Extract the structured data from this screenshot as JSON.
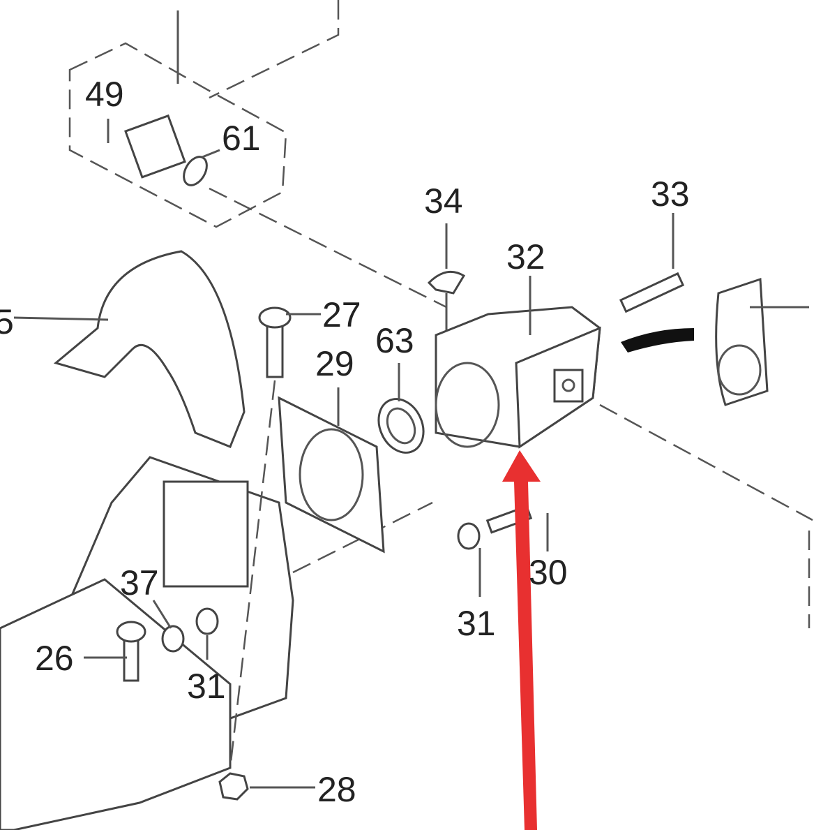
{
  "diagram": {
    "labels": {
      "l49": "49",
      "l61": "61",
      "l34": "34",
      "l33": "33",
      "l32": "32",
      "l5": "5",
      "l27": "27",
      "l63": "63",
      "l29": "29",
      "l37": "37",
      "l26": "26",
      "l31a": "31",
      "l31b": "31",
      "l30": "30",
      "l28": "28"
    },
    "highlight_arrow_color": "#e83030"
  }
}
